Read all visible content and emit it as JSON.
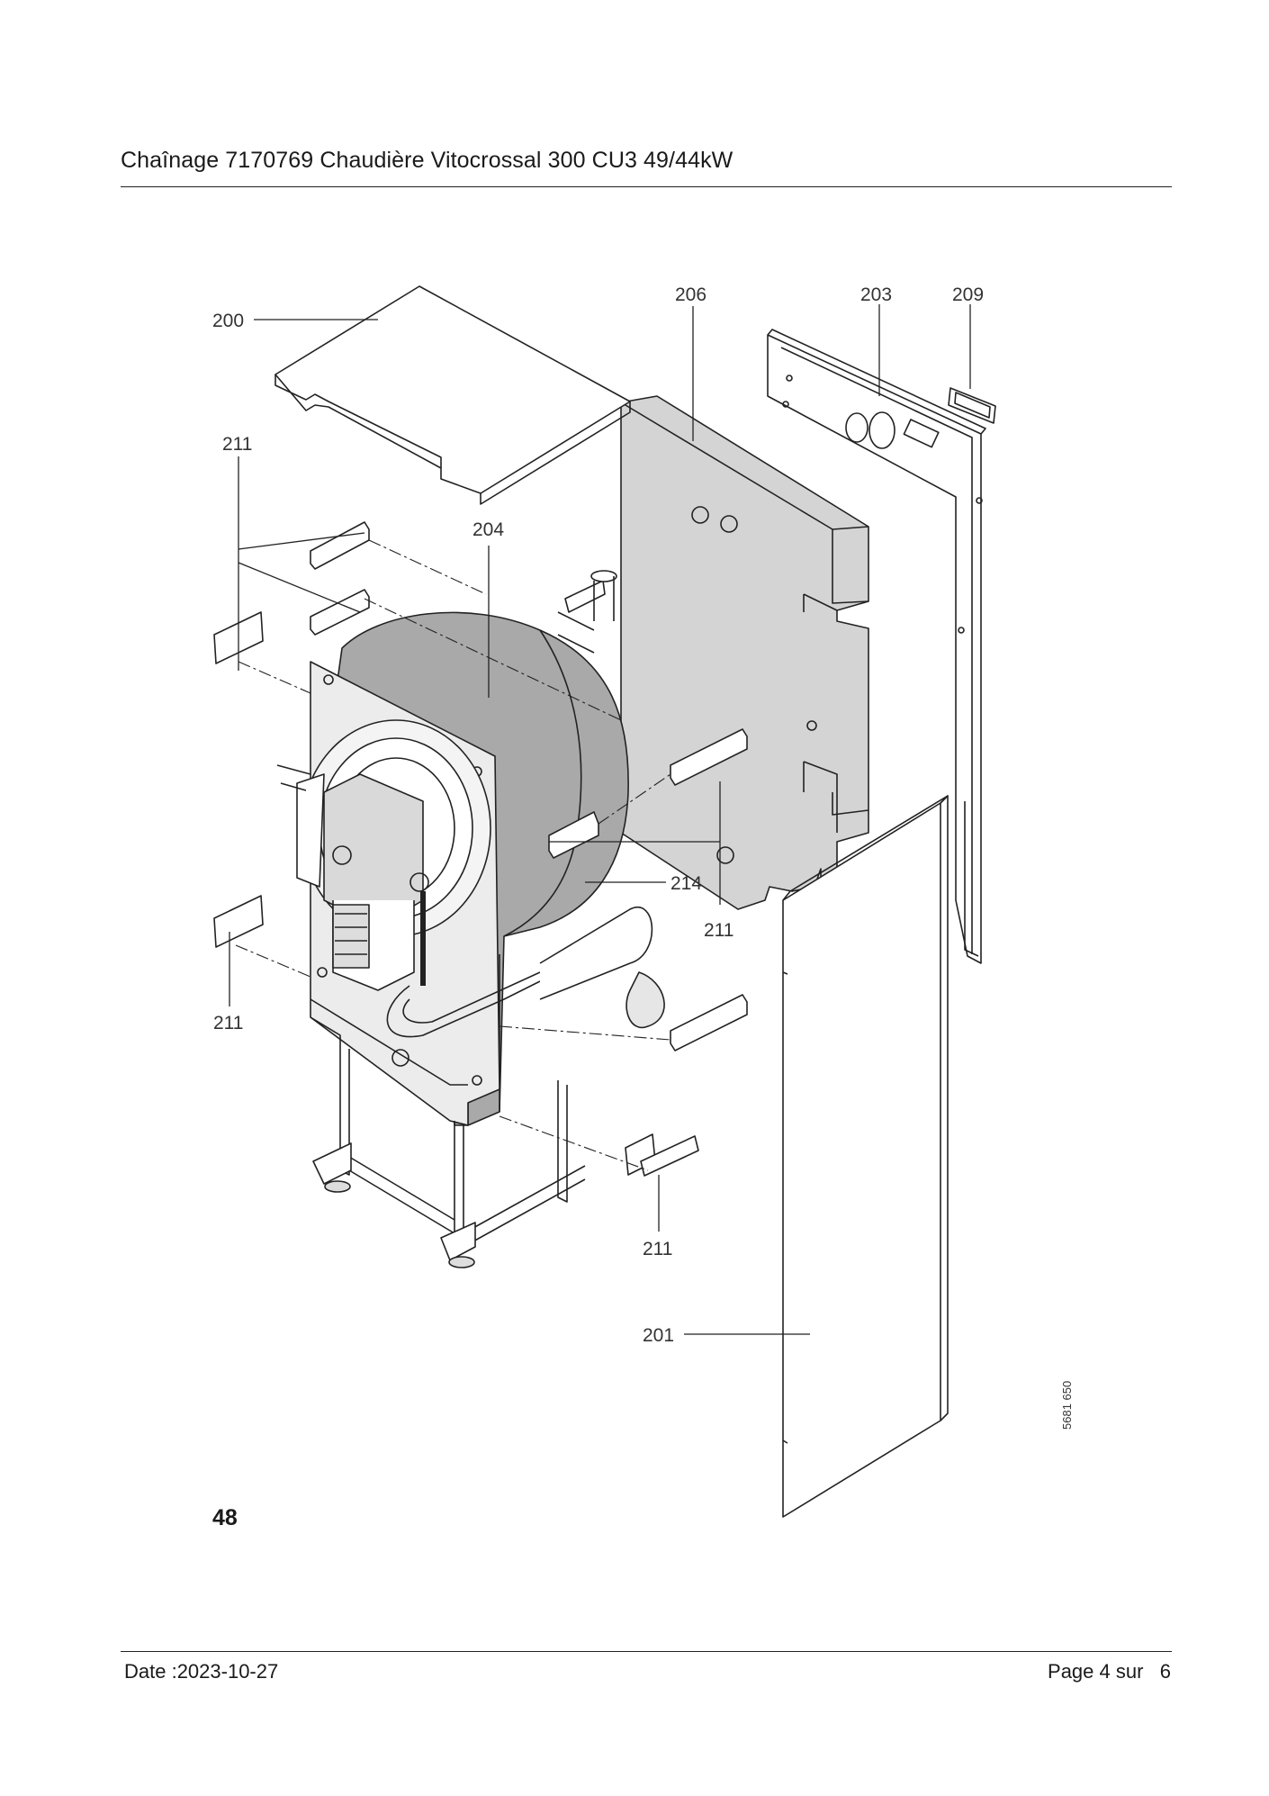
{
  "header": {
    "title": "Chaînage 7170769 Chaudière Vitocrossal 300 CU3 49/44kW"
  },
  "diagram": {
    "callouts": {
      "c200": "200",
      "c206": "206",
      "c203": "203",
      "c209": "209",
      "c211a": "211",
      "c204": "204",
      "c214": "214",
      "c211b": "211",
      "c211c": "211",
      "c211d": "211",
      "c201": "201"
    },
    "drawing_number": "5681 650",
    "page_label": "48"
  },
  "footer": {
    "date": "Date :2023-10-27",
    "page": "Page 4 sur   6"
  }
}
